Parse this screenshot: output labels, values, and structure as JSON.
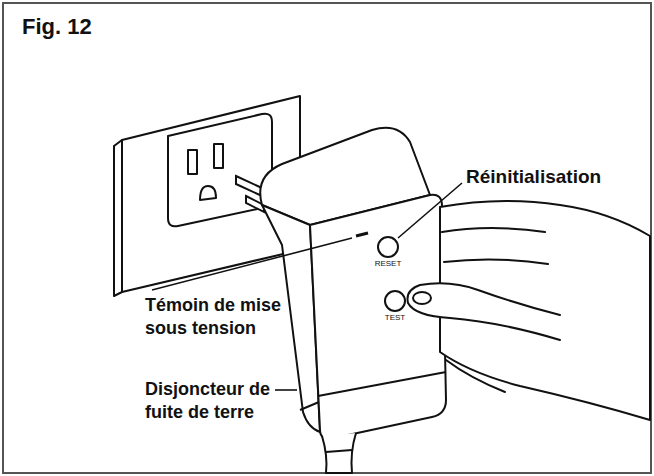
{
  "diagram": {
    "title": "Fig. 12",
    "labels": [
      "Réinitialisation",
      "Témoin de mise sous tension",
      "Disjoncteur de fuite de terre",
      "RESET",
      "TEST"
    ]
  }
}
